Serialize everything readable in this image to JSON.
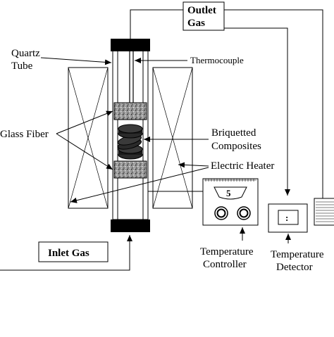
{
  "labels": {
    "outlet_gas_line1": "Outlet",
    "outlet_gas_line2": "Gas",
    "quartz_tube_line1": "Quartz",
    "quartz_tube_line2": "Tube",
    "thermocouple": "Thermocouple",
    "glass_fiber": "Glass Fiber",
    "briquetted_line1": "Briquetted",
    "briquetted_line2": "Composites",
    "electric_heater": "Electric Heater",
    "inlet_gas": "Inlet Gas",
    "temperature_controller_line1": "Temperature",
    "temperature_controller_line2": "Controller",
    "temperature_detector_line1": "Temperature",
    "temperature_detector_line2": "Detector",
    "controller_display": "5",
    "detector_display": ":"
  }
}
